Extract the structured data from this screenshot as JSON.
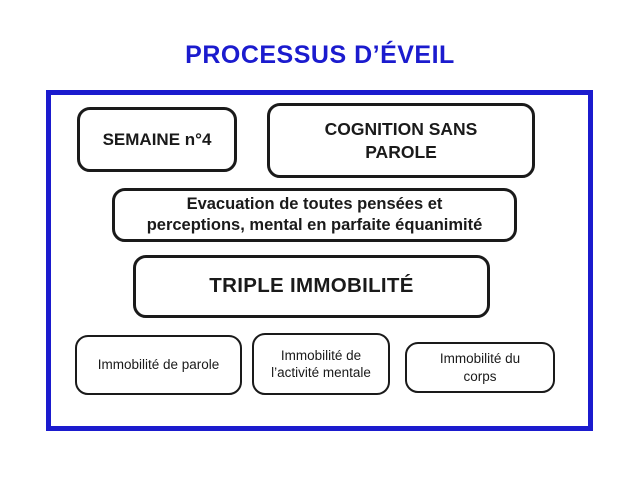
{
  "title": "PROCESSUS D’ÉVEIL",
  "colors": {
    "accent_blue": "#1b1bce",
    "box_border": "#1a1a1a",
    "background": "#ffffff"
  },
  "boxes": {
    "week": "SEMAINE n°4",
    "cognition": "COGNITION SANS\nPAROLE",
    "evacuation": "Evacuation de toutes pensées et\nperceptions, mental en parfaite équanimité",
    "triple": "TRIPLE IMMOBILITÉ",
    "immobility_speech": "Immobilité de parole",
    "immobility_mental": "Immobilité de\nl’activité mentale",
    "immobility_body": "Immobilité du\ncorps"
  }
}
